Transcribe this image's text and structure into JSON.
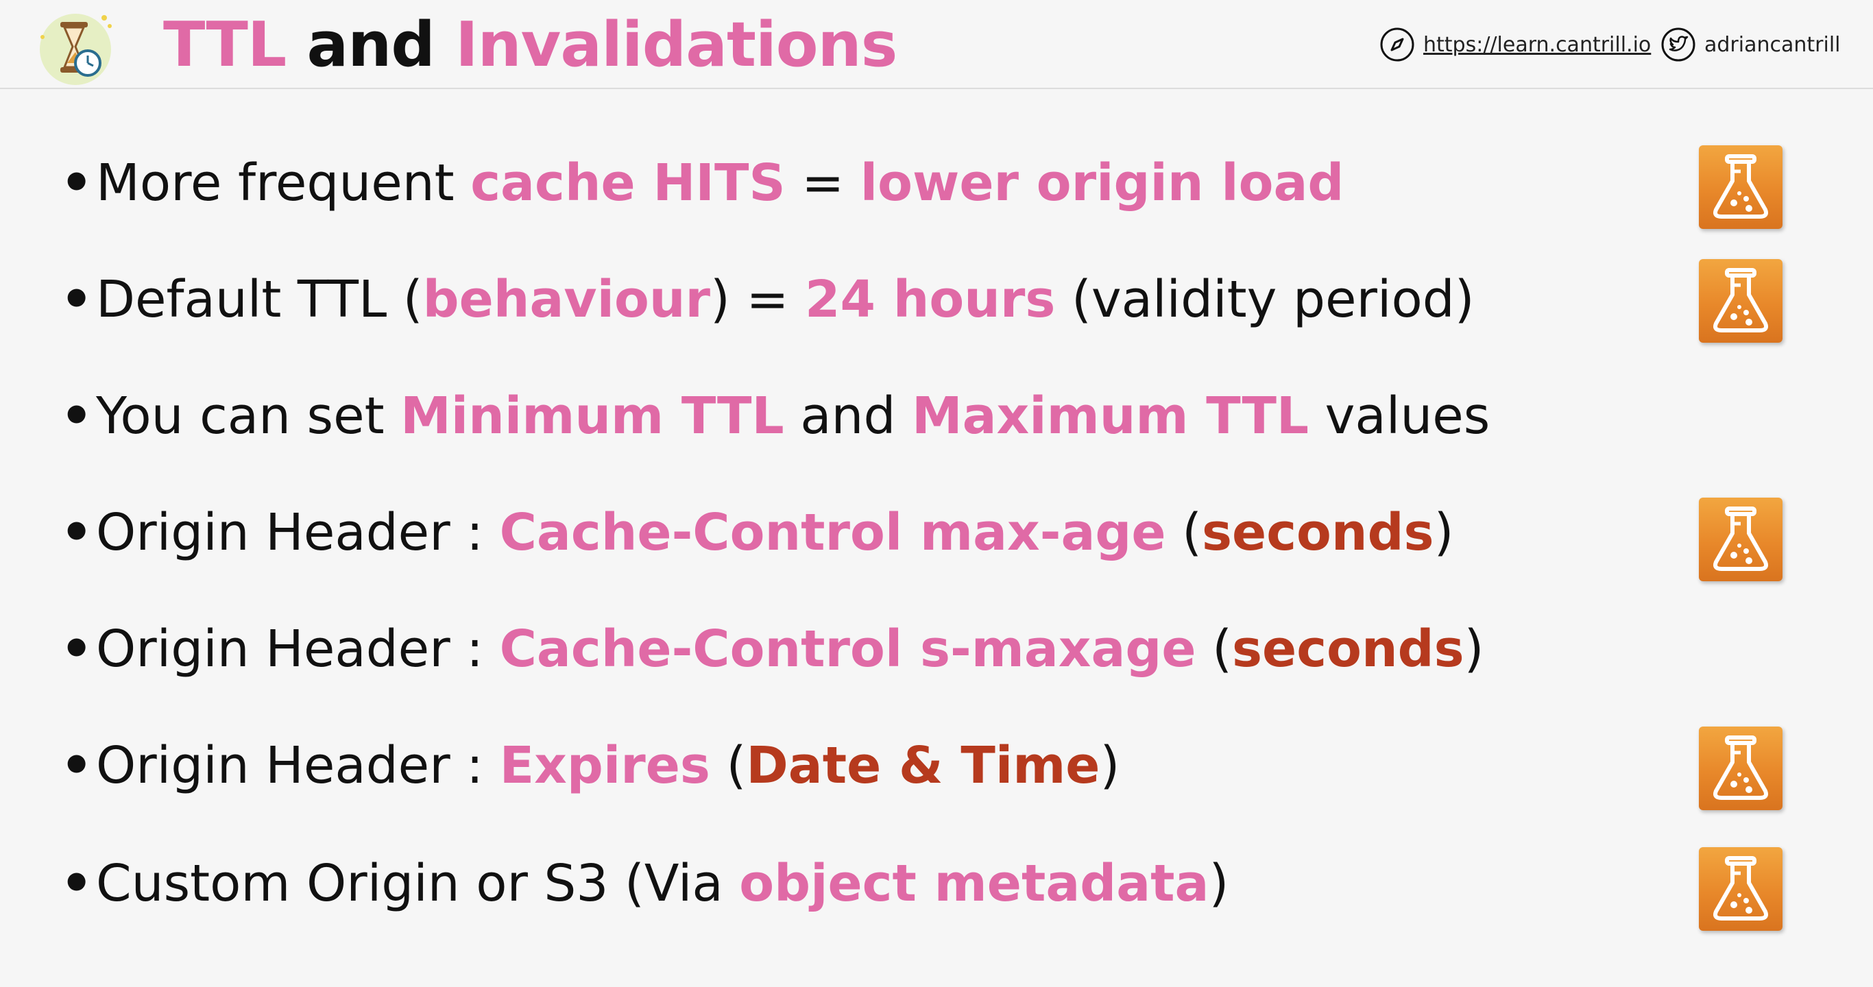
{
  "header": {
    "title_parts": [
      "TTL",
      "and",
      "Invalidations"
    ],
    "url": "https://learn.cantrill.io",
    "twitter": "adriancantrill"
  },
  "colors": {
    "accent_pink": "#e06aa6",
    "accent_rust": "#b63a1e",
    "text": "#111111",
    "lab_icon": "#e8882a"
  },
  "icons": {
    "logo": "hourglass-clock-icon",
    "url": "compass-icon",
    "twitter": "twitter-bird-icon",
    "lab": "lab-flask-icon"
  },
  "bullets": [
    {
      "has_lab": true,
      "segments": [
        {
          "t": "More frequent ",
          "s": "plain"
        },
        {
          "t": "cache HITS",
          "s": "pink"
        },
        {
          "t": " = ",
          "s": "plain"
        },
        {
          "t": "lower origin load",
          "s": "pink"
        }
      ]
    },
    {
      "has_lab": true,
      "segments": [
        {
          "t": "Default TTL (",
          "s": "plain"
        },
        {
          "t": "behaviour",
          "s": "pink"
        },
        {
          "t": ") = ",
          "s": "plain"
        },
        {
          "t": "24 hours",
          "s": "pink"
        },
        {
          "t": " (validity period)",
          "s": "plain"
        }
      ]
    },
    {
      "has_lab": false,
      "segments": [
        {
          "t": "You can set ",
          "s": "plain"
        },
        {
          "t": "Minimum TTL",
          "s": "pink"
        },
        {
          "t": " and ",
          "s": "plain"
        },
        {
          "t": "Maximum TTL",
          "s": "pink"
        },
        {
          "t": " values",
          "s": "plain"
        }
      ]
    },
    {
      "has_lab": true,
      "segments": [
        {
          "t": "Origin Header : ",
          "s": "plain"
        },
        {
          "t": "Cache-Control max-age",
          "s": "pink"
        },
        {
          "t": " (",
          "s": "plain"
        },
        {
          "t": "seconds",
          "s": "rust"
        },
        {
          "t": ")",
          "s": "plain"
        }
      ]
    },
    {
      "has_lab": false,
      "segments": [
        {
          "t": "Origin Header : ",
          "s": "plain"
        },
        {
          "t": "Cache-Control s-maxage",
          "s": "pink"
        },
        {
          "t": " (",
          "s": "plain"
        },
        {
          "t": "seconds",
          "s": "rust"
        },
        {
          "t": ")",
          "s": "plain"
        }
      ]
    },
    {
      "has_lab": true,
      "segments": [
        {
          "t": "Origin Header : ",
          "s": "plain"
        },
        {
          "t": "Expires",
          "s": "pink"
        },
        {
          "t": " (",
          "s": "plain"
        },
        {
          "t": "Date & Time",
          "s": "rust"
        },
        {
          "t": ")",
          "s": "plain"
        }
      ]
    },
    {
      "has_lab": true,
      "segments": [
        {
          "t": "Custom Origin or S3 (Via ",
          "s": "plain"
        },
        {
          "t": "object metadata",
          "s": "pink"
        },
        {
          "t": ")",
          "s": "plain"
        }
      ]
    }
  ]
}
